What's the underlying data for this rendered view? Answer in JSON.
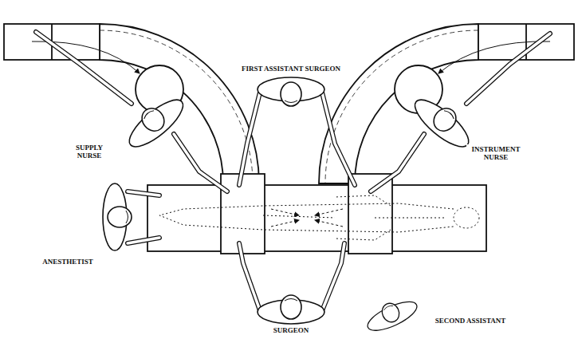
{
  "diagram": {
    "labels": [
      "SUPPLY NURSE",
      "FIRST ASSISTANT SURGEON",
      "INSTRUMENT NURSE",
      "ANESTHETIST",
      "SURGEON",
      "SECOND ASSISTANT"
    ]
  }
}
